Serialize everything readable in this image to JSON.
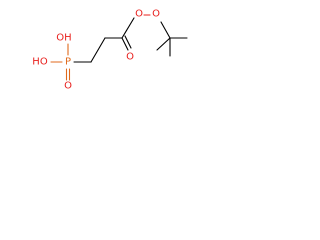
{
  "molecule": {
    "atoms": {
      "oh_top": "OH",
      "oh_left": "HO",
      "phosphorus": "P",
      "o_phosphoryl": "O",
      "o_carbonyl": "O",
      "o_peroxy_1": "O",
      "o_peroxy_2": "O"
    }
  },
  "colors": {
    "bond": "#000000",
    "oxygen": "#e8201d",
    "phosphorus": "#e06a1c",
    "background": "#ffffff"
  }
}
